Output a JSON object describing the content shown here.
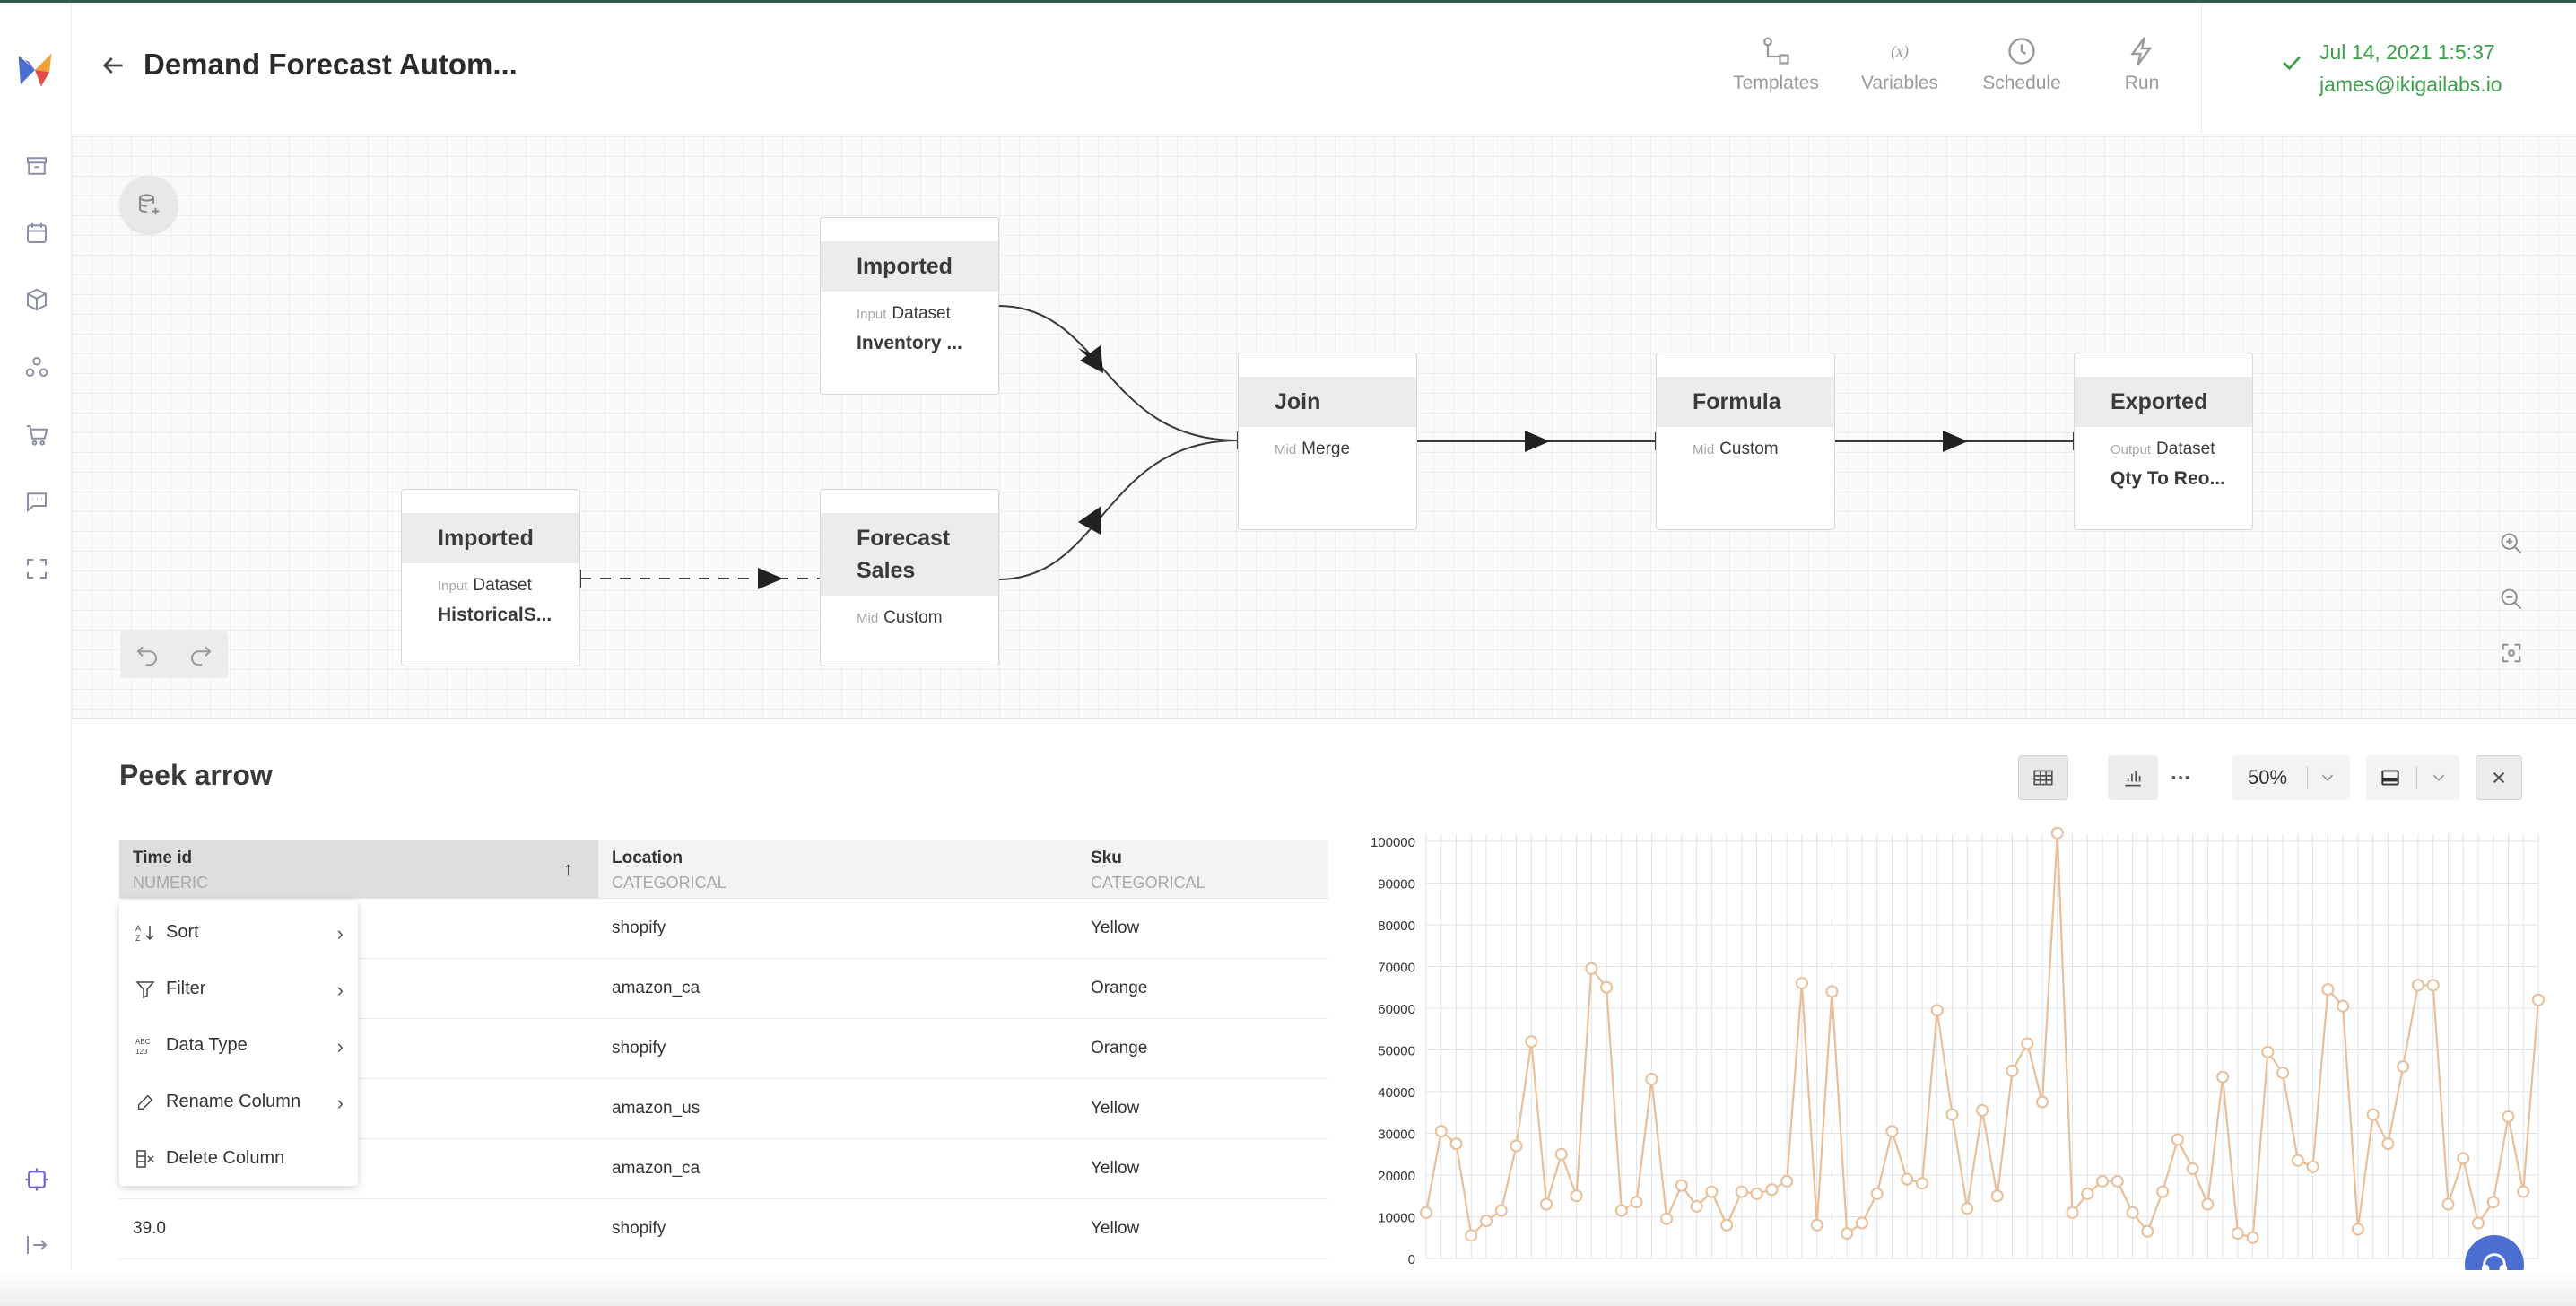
{
  "header": {
    "title": "Demand Forecast Autom...",
    "tools": [
      {
        "label": "Templates",
        "icon": "templates-icon"
      },
      {
        "label": "Variables",
        "icon": "variables-icon"
      },
      {
        "label": "Schedule",
        "icon": "schedule-icon"
      },
      {
        "label": "Run",
        "icon": "run-icon"
      }
    ],
    "status": {
      "date": "Jul 14, 2021 1:5:37",
      "user": "james@ikigailabs.io",
      "color": "#3aa14a"
    }
  },
  "sidebar": {
    "icons": [
      "logo-icon",
      "archive-icon",
      "calendar-icon",
      "box-icon",
      "network-icon",
      "cart-icon",
      "chat-icon",
      "expand-icon",
      "integrations-icon",
      "logout-icon"
    ]
  },
  "flow": {
    "nodes": [
      {
        "id": "inv",
        "title": "Imported",
        "kind": "Input",
        "sub": "Dataset",
        "name": "Inventory ..."
      },
      {
        "id": "hist",
        "title": "Imported",
        "kind": "Input",
        "sub": "Dataset",
        "name": "HistoricalS..."
      },
      {
        "id": "fc",
        "title": "Forecast Sales",
        "title_line1": "Forecast",
        "title_line2": "Sales",
        "kind": "Mid",
        "sub": "Custom"
      },
      {
        "id": "join",
        "title": "Join",
        "kind": "Mid",
        "sub": "Merge"
      },
      {
        "id": "formula",
        "title": "Formula",
        "kind": "Mid",
        "sub": "Custom"
      },
      {
        "id": "exp",
        "title": "Exported",
        "kind": "Output",
        "sub": "Dataset",
        "name": "Qty To Reo..."
      }
    ]
  },
  "peek": {
    "title": "Peek arrow",
    "zoom": "50%"
  },
  "table": {
    "columns": [
      {
        "name": "Time id",
        "type": "NUMERIC"
      },
      {
        "name": "Location",
        "type": "CATEGORICAL"
      },
      {
        "name": "Sku",
        "type": "CATEGORICAL"
      }
    ],
    "sort_indicator": "↑",
    "rows": [
      {
        "time_id": "",
        "location": "shopify",
        "sku": "Yellow"
      },
      {
        "time_id": "",
        "location": "amazon_ca",
        "sku": "Orange"
      },
      {
        "time_id": "",
        "location": "shopify",
        "sku": "Orange"
      },
      {
        "time_id": "",
        "location": "amazon_us",
        "sku": "Yellow"
      },
      {
        "time_id": "",
        "location": "amazon_ca",
        "sku": "Yellow"
      },
      {
        "time_id": "39.0",
        "location": "shopify",
        "sku": "Yellow"
      }
    ]
  },
  "column_menu": {
    "items": [
      {
        "label": "Sort",
        "icon": "sort-az-icon",
        "has_submenu": true
      },
      {
        "label": "Filter",
        "icon": "filter-icon",
        "has_submenu": true
      },
      {
        "label": "Data Type",
        "icon": "data-type-icon",
        "has_submenu": true
      },
      {
        "label": "Rename Column",
        "icon": "rename-icon",
        "has_submenu": true
      },
      {
        "label": "Delete Column",
        "icon": "delete-column-icon",
        "has_submenu": false
      }
    ]
  },
  "chart_data": {
    "type": "line",
    "title": "",
    "xlabel": "",
    "ylabel": "",
    "ylim": [
      0,
      100000
    ],
    "yticks": [
      "0",
      "10000",
      "20000",
      "30000",
      "40000",
      "50000",
      "60000",
      "70000",
      "80000",
      "90000",
      "100000"
    ],
    "grid": true,
    "color": "#e8bf99",
    "series": [
      {
        "values": [
          11000,
          30500,
          27500,
          5500,
          9000,
          11500,
          27000,
          52000,
          13000,
          25000,
          15000,
          69500,
          65000,
          11500,
          13500,
          43000,
          9500,
          17500,
          12500,
          16000,
          8000,
          16000,
          15500,
          16500,
          18500,
          66000,
          8000,
          64000,
          6000,
          8500,
          15500,
          30500,
          19000,
          18000,
          59500,
          34500,
          12000,
          35500,
          15000,
          45000,
          51500,
          37500,
          102000,
          11000,
          15500,
          18500,
          18500,
          11000,
          6500,
          16000,
          28500,
          21500,
          13000,
          43500,
          6000,
          5000,
          49500,
          44500,
          23500,
          22000,
          64500,
          60500,
          7000,
          34500,
          27500,
          46000,
          65500,
          65500,
          13000,
          24000,
          8500,
          13500,
          34000,
          16000,
          62000
        ]
      }
    ]
  }
}
